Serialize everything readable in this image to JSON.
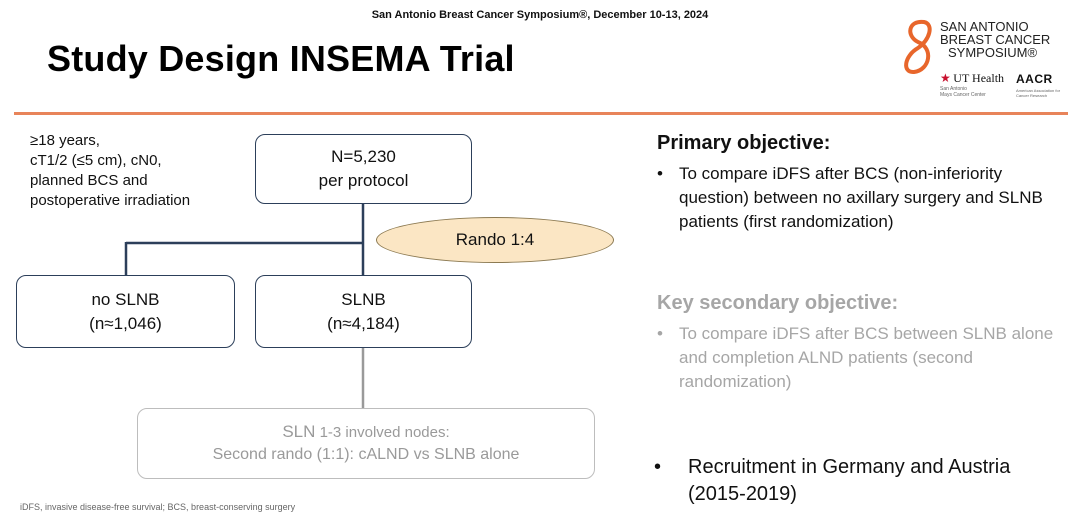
{
  "header": {
    "conference": "San Antonio Breast Cancer Symposium®, December 10-13, 2024",
    "title": "Study Design INSEMA Trial"
  },
  "logo": {
    "line1": "SAN ANTONIO",
    "line2": "BREAST CANCER",
    "line3": "SYMPOSIUM®",
    "ut_health": "UT Health",
    "ut_sub1": "San Antonio",
    "ut_sub2": "Mays Cancer Center",
    "aacr": "AACR",
    "aacr_sub": "American Association for Cancer Research",
    "colors": {
      "eight": "#e8662b",
      "ut": "#c8102e",
      "aacr_accent": "#d22630"
    }
  },
  "diagram": {
    "eligibility": [
      "≥18 years,",
      "cT1/2 (≤5 cm), cN0,",
      "planned BCS and",
      "postoperative irradiation"
    ],
    "total_box": {
      "line1": "N=5,230",
      "line2": "per protocol"
    },
    "rando1": "Rando 1:4",
    "no_slnb_box": {
      "line1": "no SLNB",
      "line2": "(n≈1,046)"
    },
    "slnb_box": {
      "line1": "SLNB",
      "line2": "(n≈4,184)"
    },
    "second_box": {
      "line1_a": "SLN",
      "line1_b": " 1-3 involved nodes:",
      "line2": "Second rando (1:1): cALND vs SLNB alone"
    },
    "colors": {
      "box_border": "#2c3f5a",
      "rando_fill": "#fbe6c4",
      "faded": "#a6a6a6"
    }
  },
  "objectives": {
    "primary_heading": "Primary objective:",
    "primary_bullet": "To compare iDFS after BCS (non-inferiority question) between no axillary surgery and SLNB patients (first randomization)",
    "secondary_heading": "Key secondary objective:",
    "secondary_bullet": "To compare iDFS after BCS between SLNB alone and completion ALND patients (second randomization)",
    "recruitment": "Recruitment in Germany and Austria (2015-2019)",
    "bullet": "•"
  },
  "footnote": "iDFS, invasive disease-free survival; BCS, breast-conserving surgery",
  "accent_color": "#e8845a"
}
